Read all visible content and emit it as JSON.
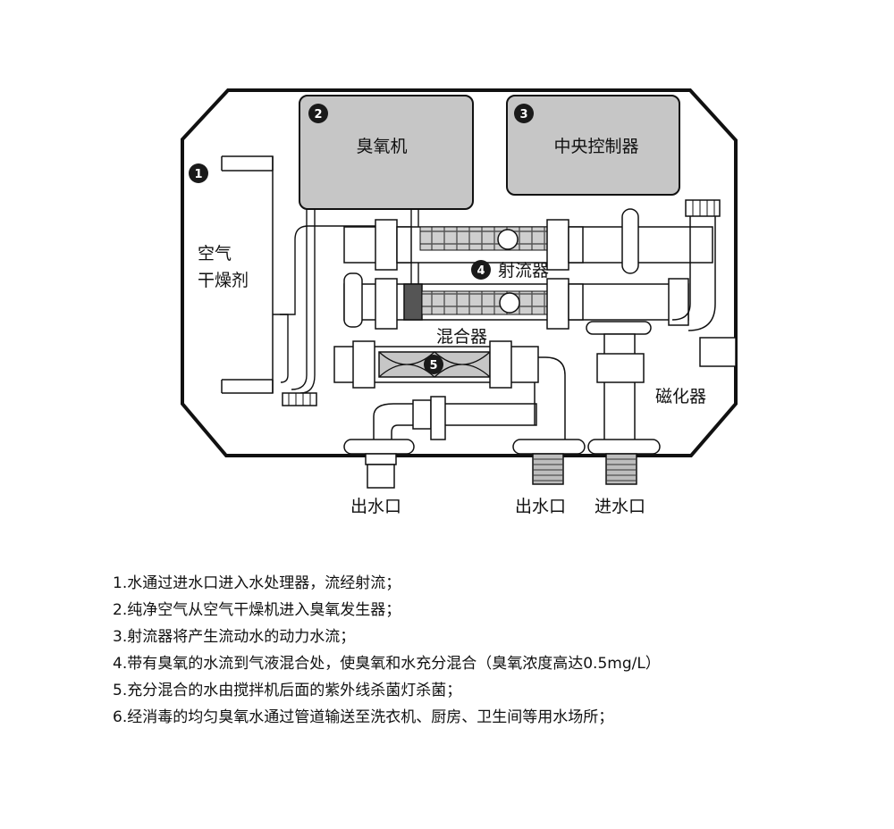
{
  "components": {
    "ozone_machine": {
      "number": "2",
      "label": "臭氧机"
    },
    "central_controller": {
      "number": "3",
      "label": "中央控制器"
    },
    "air_dryer": {
      "number": "1",
      "label_line1": "空气",
      "label_line2": "干燥剂"
    },
    "ejector": {
      "number": "4",
      "label": "射流器"
    },
    "mixer": {
      "number": "5",
      "label": "混合器"
    },
    "magnetizer": {
      "label": "磁化器"
    }
  },
  "ports": {
    "outlet_left": "出水口",
    "outlet_right": "出水口",
    "inlet": "进水口"
  },
  "steps": [
    "1.水通过进水口进入水处理器，流经射流；",
    "2.纯净空气从空气干燥机进入臭氧发生器；",
    "3.射流器将产生流动水的动力水流；",
    "4.带有臭氧的水流到气液混合处，使臭氧和水充分混合（臭氧浓度高达0.5mg/L）",
    "5.充分混合的水由搅拌机后面的紫外线杀菌灯杀菌；",
    "6.经消毒的均匀臭氧水通过管道输送至洗衣机、厨房、卫生间等用水场所；"
  ]
}
